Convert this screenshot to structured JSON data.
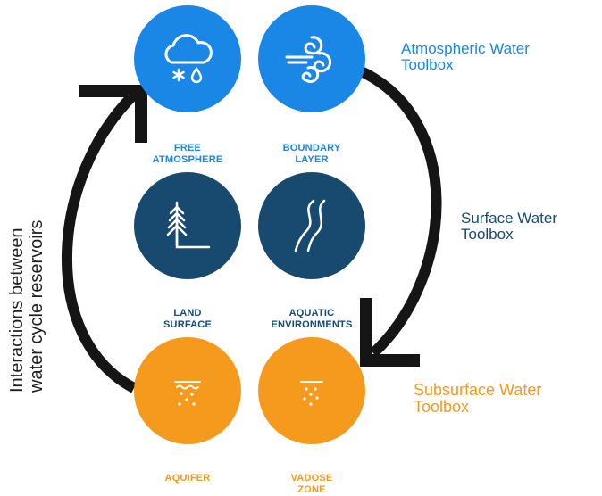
{
  "side_title": {
    "line1": "Interactions between",
    "line2": "water cycle reservoirs"
  },
  "reservoirs": {
    "free_atmosphere": {
      "line1": "FREE",
      "line2": "ATMOSPHERE",
      "icon": "cloud-rain-snow-icon"
    },
    "boundary_layer": {
      "line1": "BOUNDARY",
      "line2": "LAYER",
      "icon": "wind-swirl-icon"
    },
    "land_surface": {
      "line1": "LAND",
      "line2": "SURFACE",
      "icon": "tree-icon"
    },
    "aquatic_environments": {
      "line1": "AQUATIC",
      "line2": "ENVIRONMENTS",
      "icon": "river-icon"
    },
    "aquifer": {
      "line1": "AQUIFER",
      "line2": "",
      "icon": "groundwater-icon"
    },
    "vadose_zone": {
      "line1": "VADOSE",
      "line2": "ZONE",
      "icon": "soil-water-icon"
    }
  },
  "toolboxes": {
    "atmospheric": {
      "line1": "Atmospheric Water",
      "line2": "Toolbox"
    },
    "surface": {
      "line1": "Surface Water",
      "line2": "Toolbox"
    },
    "subsurface": {
      "line1": "Subsurface Water",
      "line2": "Toolbox"
    }
  },
  "colors": {
    "atmospheric": "#1a87e6",
    "surface": "#184a70",
    "subsurface": "#f59a1d",
    "arrow": "#151515"
  }
}
